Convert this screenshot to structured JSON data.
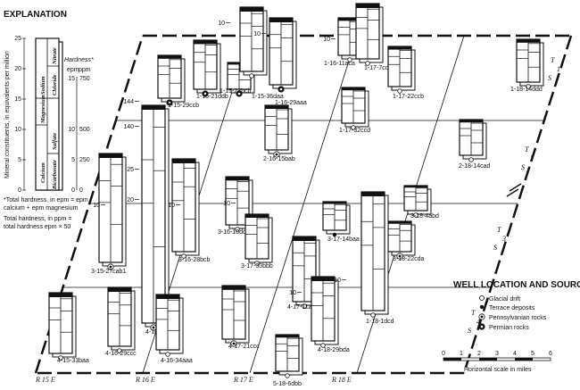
{
  "explanation": {
    "title": "EXPLANATION",
    "y_axis_label": "Mineral constituents, in equivalents per million",
    "y_ticks": [
      "0",
      "5",
      "10",
      "15",
      "20",
      "25"
    ],
    "hardness_label": "Hardness*",
    "epm": "epm",
    "ppm": "ppm",
    "hardness_ticks": [
      {
        "epm": "15",
        "ppm": "750"
      },
      {
        "epm": "10",
        "ppm": "500"
      },
      {
        "epm": "5",
        "ppm": "250"
      },
      {
        "epm": "0",
        "ppm": "0"
      }
    ],
    "bar_left": [
      "Calcium",
      "Magnesium",
      "Sodium"
    ],
    "bar_right": [
      "Bicarbonate",
      "Sulfate",
      "Chloride",
      "Nitrate"
    ],
    "note1": [
      "*Total hardness, in epm = epm",
      "calcium + epm magnesium"
    ],
    "note2": [
      "Total hardness, in ppm =",
      "total hardness epm × 50"
    ]
  },
  "legend": {
    "title": "WELL LOCATION AND SOURCE",
    "items": [
      "Glacial drift",
      "Terrace deposits",
      "Pennsylvanian rocks",
      "Permian rocks"
    ]
  },
  "scale": {
    "ticks": [
      "0",
      "1",
      "2",
      "3",
      "4",
      "5",
      "6"
    ],
    "label": "Horizontal scale in miles"
  },
  "ranges": [
    "R 15 E",
    "R 16 E",
    "R 17 E",
    "R 18 E"
  ],
  "townships": [
    {
      "t": "T",
      "n": "1",
      "s": "S"
    },
    {
      "t": "T",
      "n": "2",
      "s": "S"
    },
    {
      "t": "T",
      "n": "3",
      "s": "S"
    },
    {
      "t": "T",
      "n": "4",
      "s": "S"
    }
  ],
  "scale_marks": [
    "144",
    "140",
    "25",
    "20",
    "10",
    "10",
    "10",
    "10",
    "10",
    "10",
    "10",
    "10"
  ],
  "wells": [
    {
      "id": "1-15-29ccb",
      "source": "Permian rocks"
    },
    {
      "id": "1-15-21ddb",
      "source": "Permian rocks"
    },
    {
      "id": "1-15-23bcb",
      "source": "Permian rocks"
    },
    {
      "id": "1-16-29aaa",
      "source": "Permian rocks"
    },
    {
      "id": "1-15-36daa",
      "source": "Glacial drift"
    },
    {
      "id": "1-16-11aca",
      "source": "Glacial drift"
    },
    {
      "id": "1-17-7ccb",
      "source": "Glacial drift"
    },
    {
      "id": "1-17-22ccb",
      "source": "Glacial drift"
    },
    {
      "id": "1-17-32ccd",
      "source": "Glacial drift"
    },
    {
      "id": "1-18-14ddd",
      "source": "Glacial drift"
    },
    {
      "id": "2-16-15bab",
      "source": "Pennsylvanian rocks"
    },
    {
      "id": "2-18-14cad",
      "source": "Glacial drift"
    },
    {
      "id": "3-15-27cab1",
      "source": "Pennsylvanian rocks"
    },
    {
      "id": "3-16-28bcb",
      "source": "Glacial drift"
    },
    {
      "id": "3-16-10dda",
      "source": "Glacial drift"
    },
    {
      "id": "3-17-30bbb",
      "source": "Glacial drift"
    },
    {
      "id": "3-17-14baa",
      "source": "Terrace deposits"
    },
    {
      "id": "3-18-4abd",
      "source": "Glacial drift"
    },
    {
      "id": "3-18-22cda",
      "source": "Pennsylvanian rocks"
    },
    {
      "id": "4-15-33baa",
      "source": "Glacial drift"
    },
    {
      "id": "4-16-29ccc",
      "source": "Glacial drift"
    },
    {
      "id": "4-16-17daa",
      "source": "Pennsylvanian rocks"
    },
    {
      "id": "4-16-34aaa",
      "source": "Glacial drift"
    },
    {
      "id": "4-17-21ccc",
      "source": "Pennsylvanian rocks"
    },
    {
      "id": "4-17-11aaa",
      "source": "Glacial drift"
    },
    {
      "id": "4-18-29bda",
      "source": "Glacial drift"
    },
    {
      "id": "1-18-1dcd",
      "source": "Glacial drift"
    },
    {
      "id": "5-18-6dbb",
      "source": "Glacial drift"
    }
  ]
}
